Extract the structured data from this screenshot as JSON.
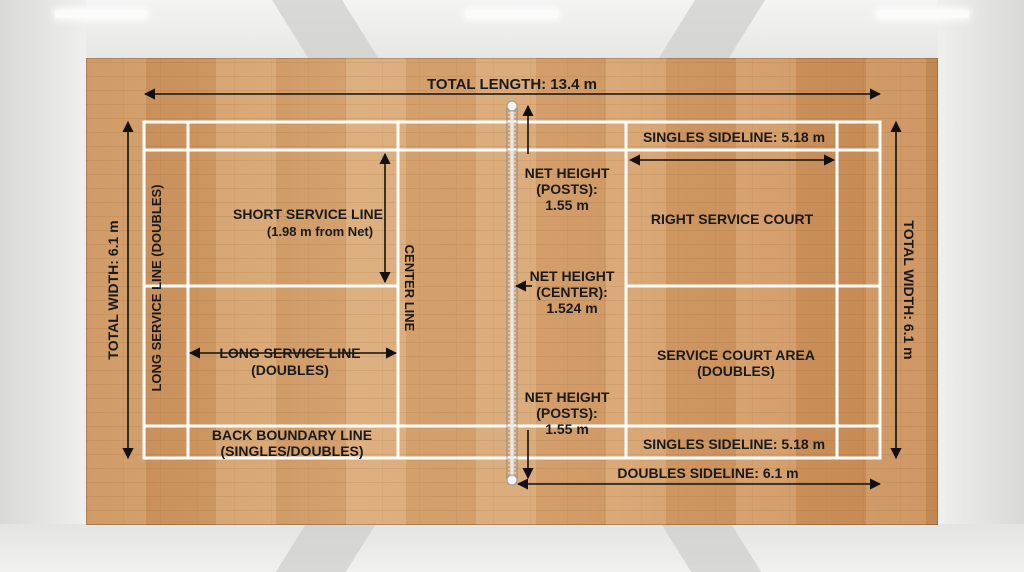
{
  "labels": {
    "total_length": "TOTAL LENGTH: 13.4 m",
    "total_width_left": "TOTAL WIDTH: 6.1 m",
    "total_width_right": "TOTAL WIDTH: 6.1 m",
    "long_service_line_doubles": "LONG SERVICE LINE (DOUBLES)",
    "short_service_line_1": "SHORT SERVICE LINE",
    "short_service_line_2": "(1.98 m from Net)",
    "center_line": "CENTER LINE",
    "long_service_line_1": "LONG SERVICE LINE",
    "long_service_line_2": "(DOUBLES)",
    "back_boundary_1": "BACK BOUNDARY LINE",
    "back_boundary_2": "(SINGLES/DOUBLES)",
    "net_posts_top_1": "NET HEIGHT",
    "net_posts_top_2": "(POSTS):",
    "net_posts_top_3": "1.55 m",
    "net_center_1": "NET HEIGHT",
    "net_center_2": "(CENTER):",
    "net_center_3": "1.524 m",
    "net_posts_bottom_1": "NET HEIGHT",
    "net_posts_bottom_2": "(POSTS):",
    "net_posts_bottom_3": "1.55 m",
    "singles_sideline_top": "SINGLES SIDELINE: 5.18 m",
    "right_service_court": "RIGHT SERVICE COURT",
    "service_court_area_1": "SERVICE COURT AREA",
    "service_court_area_2": "(DOUBLES)",
    "singles_sideline_bottom": "SINGLES SIDELINE: 5.18 m",
    "doubles_sideline": "DOUBLES SIDELINE: 6.1 m"
  },
  "colors": {
    "court_line": "#ffffff",
    "arrow": "#111111"
  }
}
